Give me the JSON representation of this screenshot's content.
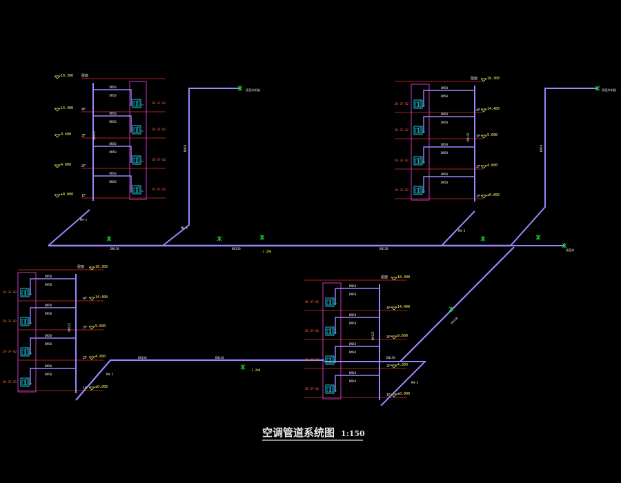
{
  "drawing": {
    "title": "空调管道系统图",
    "scale": "1:150",
    "colors": {
      "background": "#000000",
      "pipe": "#9d86ff",
      "floor_line": "#e23030",
      "unit": "#1ec8e0",
      "frame": "#c83cc8",
      "elevation": "#ffff66",
      "label": "#e8e8e8",
      "unit_tag": "#ff6a3c",
      "marker": "#22dd33"
    }
  },
  "buildings": {
    "A": {
      "roof": "屋面",
      "roof_elev": "18.300",
      "floors": [
        {
          "name": "4F",
          "elev": "14.400",
          "tag": "ZK-3F-02"
        },
        {
          "name": "3F",
          "elev": "9.600",
          "tag": "ZK-3F-02"
        },
        {
          "name": "2F",
          "elev": "4.800",
          "tag": "ZK-3F-02"
        },
        {
          "name": "1F",
          "elev": "±0.000",
          "tag": "ZK-3F-02"
        }
      ],
      "pipe_label": "DN50",
      "riser_label": "DN125",
      "nh_label": "NH-1"
    },
    "B": {
      "roof": "屋面",
      "roof_elev": "18.300",
      "floors": [
        {
          "name": "4F",
          "elev": "14.400",
          "tag": "ZK-3F-02"
        },
        {
          "name": "3F",
          "elev": "9.600",
          "tag": "ZK-3F-02"
        },
        {
          "name": "2F",
          "elev": "4.800",
          "tag": "ZK-3F-02"
        },
        {
          "name": "1F",
          "elev": "±0.000",
          "tag": "ZK-3F-02"
        }
      ],
      "pipe_label": "DN50",
      "riser_label": "DN125",
      "nh_label": "NH-3"
    },
    "C": {
      "roof": "屋面",
      "roof_elev": "18.300",
      "floors": [
        {
          "name": "4F",
          "elev": "14.400",
          "tag": "ZK-3F-02"
        },
        {
          "name": "3F",
          "elev": "9.600",
          "tag": "ZK-3F-02"
        },
        {
          "name": "2F",
          "elev": "4.800",
          "tag": "ZK-3F-02"
        },
        {
          "name": "1F",
          "elev": "±0.000",
          "tag": "ZK-3F-01"
        }
      ],
      "pipe_label": "DN50",
      "riser_label": "DN125",
      "nh_label": "NH-2"
    },
    "D": {
      "roof": "屋面",
      "roof_elev": "18.300",
      "floors": [
        {
          "name": "4F",
          "elev": "14.400",
          "tag": "ZK-3F-02"
        },
        {
          "name": "3F",
          "elev": "9.600",
          "tag": "ZK-3F-02"
        },
        {
          "name": "2F",
          "elev": "4.800",
          "tag": "ZK-3F-02"
        },
        {
          "name": "1F",
          "elev": "±0.000",
          "tag": "ZK-3F-02"
        }
      ],
      "pipe_label": "DN50",
      "riser_label": "DN125",
      "nh_label": "NH-4"
    }
  },
  "mains": {
    "upper": {
      "labels": [
        "DN150",
        "DN150",
        "DN150"
      ],
      "elev": "-1.200"
    },
    "lower": {
      "labels": [
        "DN150",
        "DN150",
        "DN150"
      ],
      "elev": "-1.200"
    },
    "diagonal": "DN150",
    "vent_a": {
      "label": "DN70",
      "end": "接室外机组"
    },
    "vent_b": {
      "label": "DN70",
      "end": "接室外机组"
    },
    "outlet": "接室外",
    "mh_labels": [
      "MH-1",
      "MH-1",
      "MH-2",
      "MH-3",
      "MH-4"
    ]
  }
}
